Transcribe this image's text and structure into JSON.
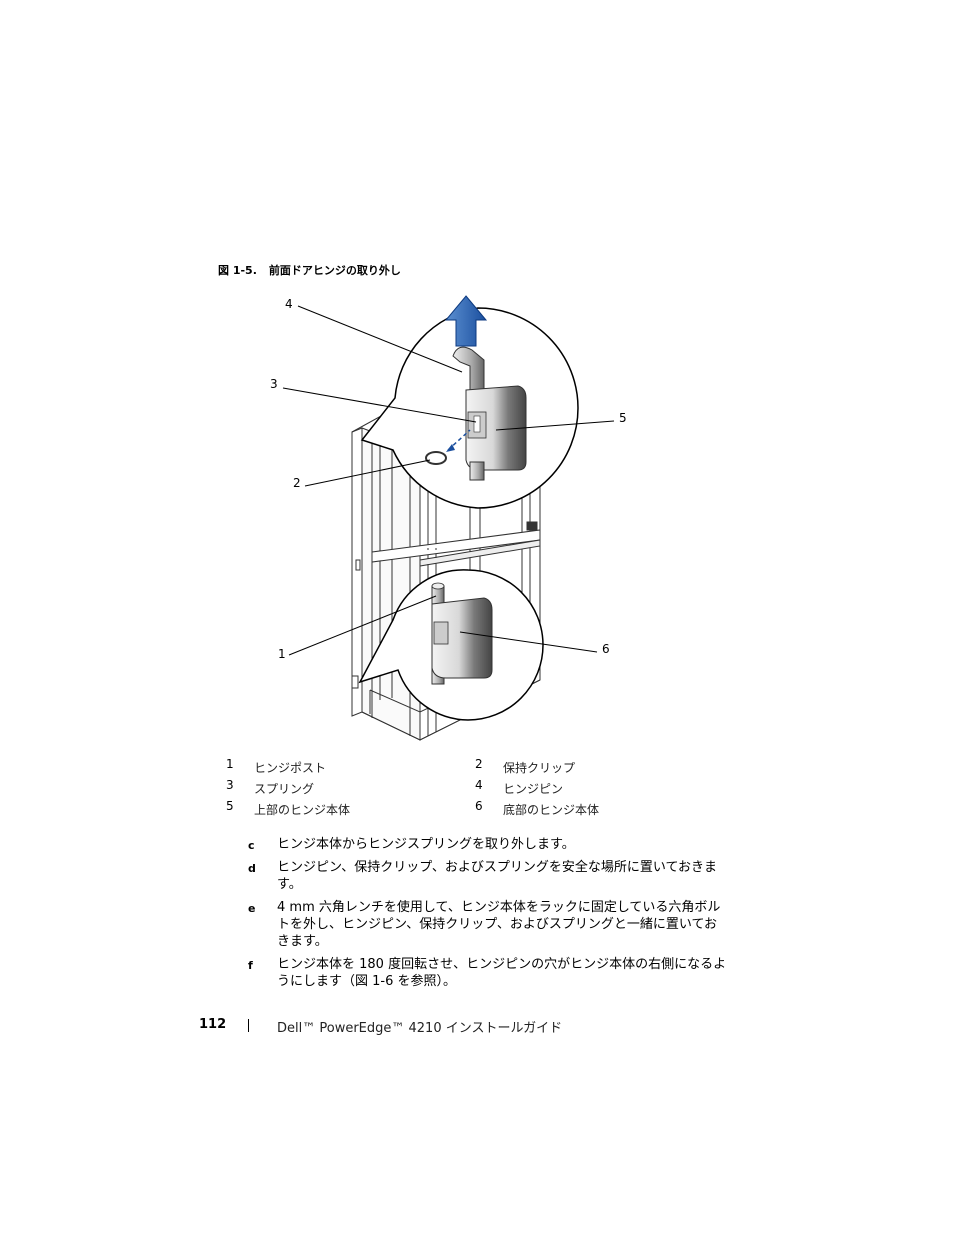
{
  "figure": {
    "number": "図 1-5.",
    "title": "前面ドアヒンジの取り外し",
    "callouts": [
      "4",
      "3",
      "5",
      "2",
      "1",
      "6"
    ]
  },
  "legend": [
    {
      "left": {
        "num": "1",
        "text": "ヒンジポスト"
      },
      "right": {
        "num": "2",
        "text": "保持クリップ"
      }
    },
    {
      "left": {
        "num": "3",
        "text": "スプリング"
      },
      "right": {
        "num": "4",
        "text": "ヒンジピン"
      }
    },
    {
      "left": {
        "num": "5",
        "text": "上部のヒンジ本体"
      },
      "right": {
        "num": "6",
        "text": "底部のヒンジ本体"
      }
    }
  ],
  "steps": [
    {
      "letter": "c",
      "text": "ヒンジ本体からヒンジスプリングを取り外します。"
    },
    {
      "letter": "d",
      "text": "ヒンジピン、保持クリップ、およびスプリングを安全な場所に置いておきます。"
    },
    {
      "letter": "e",
      "text": "4 mm 六角レンチを使用して、ヒンジ本体をラックに固定している六角ボルトを外し、ヒンジピン、保持クリップ、およびスプリングと一緒に置いておきます。"
    },
    {
      "letter": "f",
      "text": "ヒンジ本体を 180 度回転させ、ヒンジピンの穴がヒンジ本体の右側になるようにします（図 1-6 を参照）。"
    }
  ],
  "footer": {
    "page_number": "112",
    "title": "Dell™ PowerEdge™ 4210 インストールガイド"
  }
}
